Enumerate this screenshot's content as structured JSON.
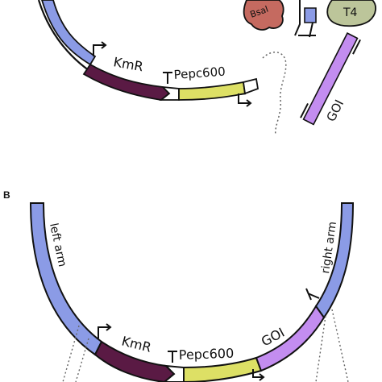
{
  "panel_b": {
    "letter": "B"
  },
  "panel_a": {
    "kmr_label": "KmR",
    "promoter_label": "Pepc600",
    "enzyme_bsai": "BsaI",
    "enzyme_t4": "T4",
    "goi_label": "GOI"
  },
  "panel_b_labels": {
    "left_arm": "left arm",
    "right_arm": "right arm",
    "kmr_label": "KmR",
    "promoter_label": "Pepc600",
    "goi_label": "GOI"
  },
  "colors": {
    "backbone": "#8b9be6",
    "kmr": "#5a1a44",
    "promoter": "#dde065",
    "goi": "#c38df0",
    "bsai": "#c56a60",
    "t4": "#bcc59a",
    "ink": "#111111"
  }
}
